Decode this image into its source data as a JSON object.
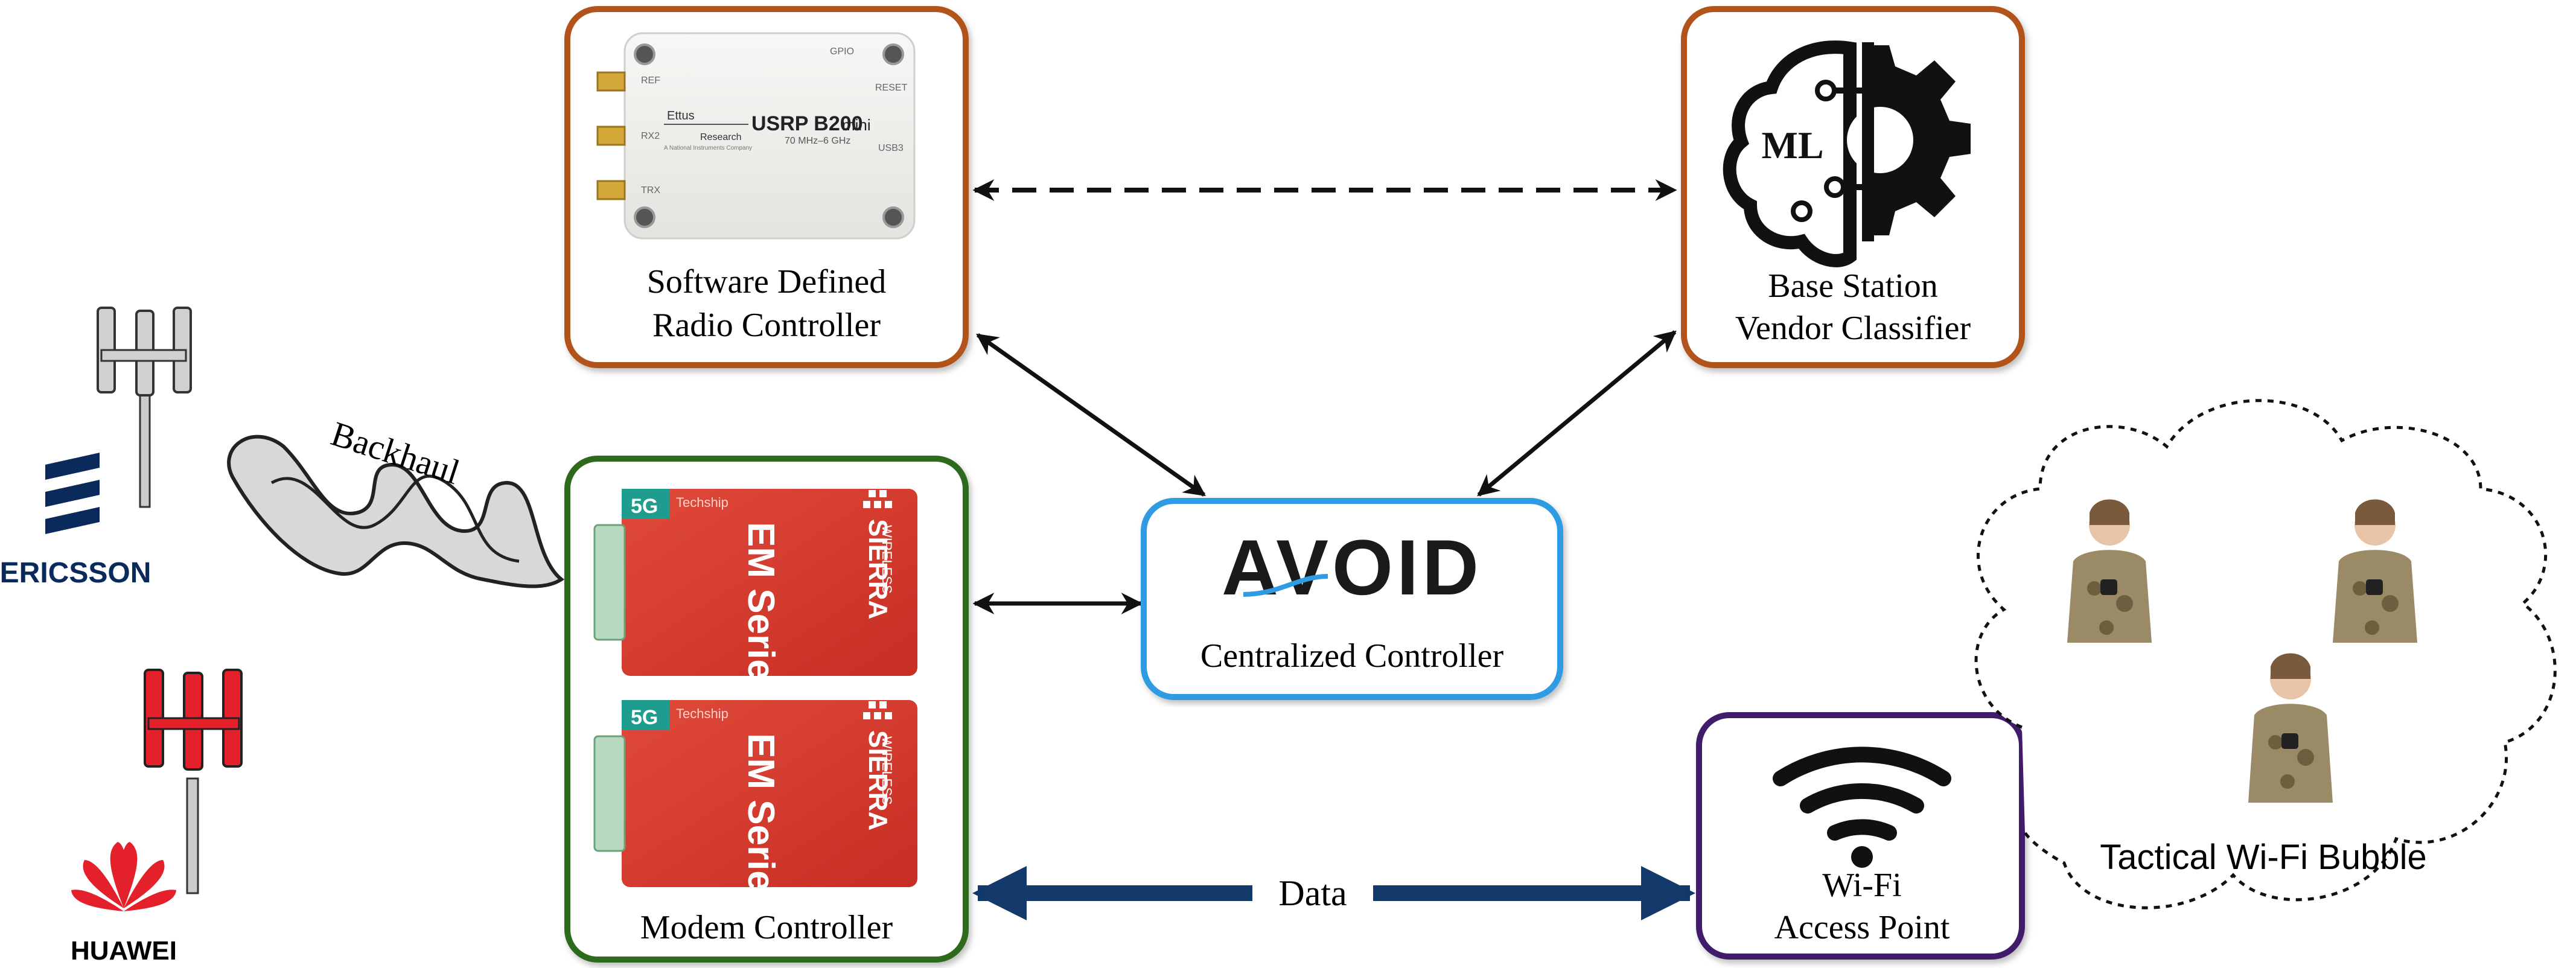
{
  "nodes": {
    "sdr": {
      "label_line1": "Software Defined",
      "label_line2": "Radio Controller",
      "device": {
        "brand": "Ettus",
        "brand_sub": "Research",
        "company_line": "A National Instruments Company",
        "model": "USRP B200",
        "model_suffix": "mini",
        "freq": "70 MHz–6 GHz",
        "port_ref": "REF",
        "port_rx2": "RX2",
        "port_trx": "TRX",
        "port_gpio": "GPIO",
        "port_reset": "RESET",
        "port_usb": "USB3"
      }
    },
    "classifier": {
      "label_line1": "Base Station",
      "label_line2": "Vendor Classifier",
      "icon_text": "ML"
    },
    "modem": {
      "label": "Modem Controller",
      "card": {
        "badge": "5G",
        "maker": "Techship",
        "series": "EM Series",
        "brand": "SIERRA",
        "brand_sub": "WIRELESS"
      }
    },
    "central": {
      "logo": "AVOID",
      "label": "Centralized Controller"
    },
    "wifi": {
      "label_line1": "Wi-Fi",
      "label_line2": "Access Point"
    }
  },
  "vendors": {
    "ericsson": "ERICSSON",
    "huawei": "HUAWEI"
  },
  "backhaul_label": "Backhaul",
  "data_label": "Data",
  "bubble_label": "Tactical Wi-Fi Bubble",
  "colors": {
    "sdr_border": "#b3531f",
    "classifier_border": "#b3531f",
    "modem_border": "#2f6b1e",
    "central_border": "#2f9be3",
    "wifi_border": "#3f1f6b",
    "data_arrow": "#13396b",
    "huawei_red": "#e4202a",
    "ericsson_blue": "#0b2a5c",
    "card_red": "#d93a2e"
  }
}
